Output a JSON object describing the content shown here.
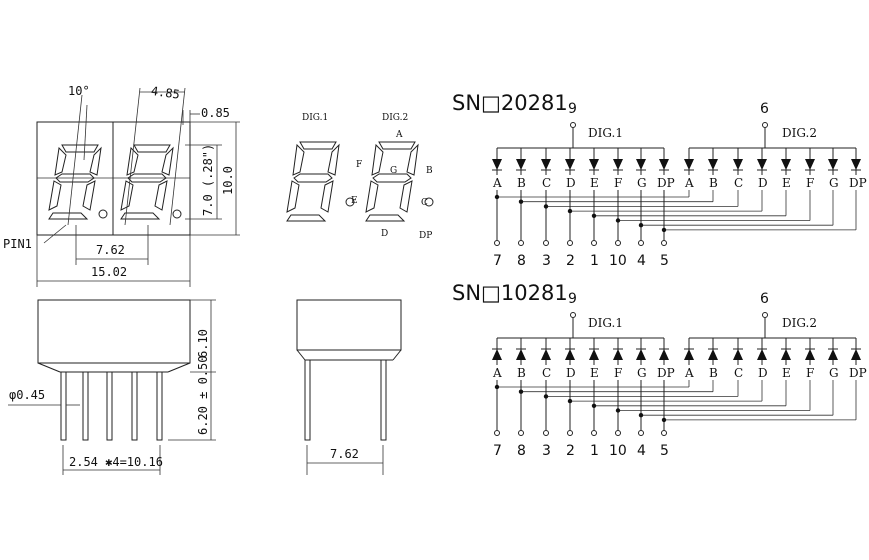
{
  "front_view": {
    "angle": "10°",
    "digit_width": "4.85",
    "seg_thick": "0.85",
    "pitch": "7.62",
    "width": "15.02",
    "char_height": "7.0 (.28\")",
    "height": "10.0",
    "pin1": "PIN1"
  },
  "side_view": {
    "body_height": "6.10",
    "lead_len": "6.20 ± 0.50",
    "lead_dia": "φ0.45",
    "lead_pitch": "2.54 ✱4=10.16"
  },
  "end_view": {
    "row_spacing": "7.62"
  },
  "segment_map": {
    "dig1": "DIG.1",
    "dig2": "DIG.2",
    "labels": [
      "A",
      "B",
      "C",
      "D",
      "E",
      "F",
      "G",
      "DP"
    ]
  },
  "circuits": [
    {
      "part": "SN□20281",
      "com1_pin": "9",
      "com2_pin": "6",
      "dig1": "DIG.1",
      "dig2": "DIG.2",
      "segments": [
        "A",
        "B",
        "C",
        "D",
        "E",
        "F",
        "G",
        "DP"
      ],
      "segment_pins": [
        "7",
        "8",
        "3",
        "2",
        "1",
        "10",
        "4",
        "5"
      ],
      "type": "common anode"
    },
    {
      "part": "SN□10281",
      "com1_pin": "9",
      "com2_pin": "6",
      "dig1": "DIG.1",
      "dig2": "DIG.2",
      "segments": [
        "A",
        "B",
        "C",
        "D",
        "E",
        "F",
        "G",
        "DP"
      ],
      "segment_pins": [
        "7",
        "8",
        "3",
        "2",
        "1",
        "10",
        "4",
        "5"
      ],
      "type": "common cathode"
    }
  ]
}
